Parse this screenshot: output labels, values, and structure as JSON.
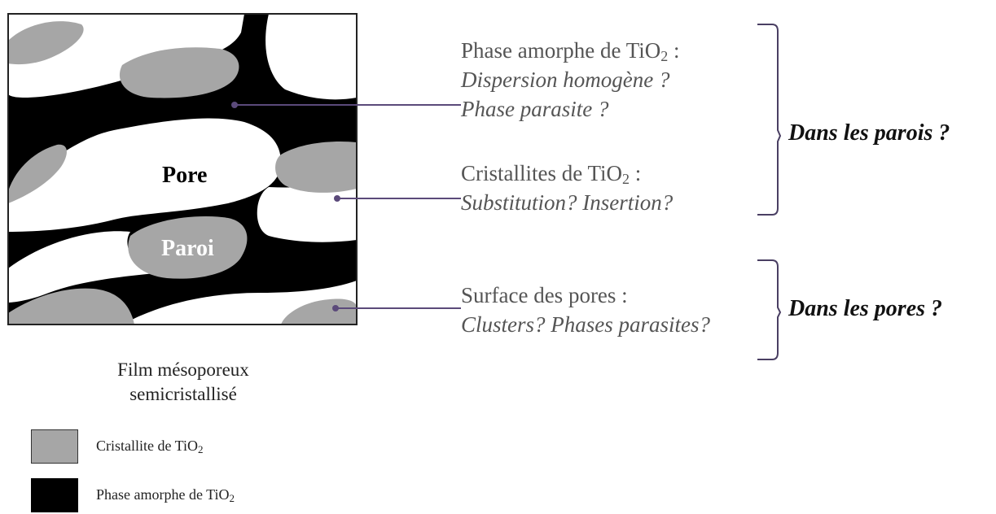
{
  "figure": {
    "labels": {
      "pore": "Pore",
      "paroi": "Paroi"
    },
    "caption_line1": "Film mésoporeux",
    "caption_line2": "semicristallisé"
  },
  "annotations": [
    {
      "title_prefix": "Phase amorphe de TiO",
      "title_sub": "2",
      "title_suffix": " :",
      "lines": [
        "Dispersion homogène ?",
        "Phase parasite ?"
      ]
    },
    {
      "title_prefix": "Cristallites de TiO",
      "title_sub": "2",
      "title_suffix": " :",
      "lines": [
        "Substitution? Insertion?"
      ]
    },
    {
      "title_prefix": "Surface des pores :",
      "title_sub": "",
      "title_suffix": "",
      "lines": [
        "Clusters? Phases parasites?"
      ]
    }
  ],
  "groups": [
    {
      "label": "Dans les parois ?"
    },
    {
      "label": "Dans les pores ?"
    }
  ],
  "legend": [
    {
      "text_prefix": "Cristallite de TiO",
      "text_sub": "2",
      "color": "#a6a6a6"
    },
    {
      "text_prefix": "Phase amorphe de TiO",
      "text_sub": "2",
      "color": "#000000"
    }
  ],
  "colors": {
    "amorphous": "#000000",
    "crystallite": "#a6a6a6",
    "pore": "#ffffff",
    "leader_line": "#5b4a7a",
    "bracket": "#4a3f63"
  }
}
